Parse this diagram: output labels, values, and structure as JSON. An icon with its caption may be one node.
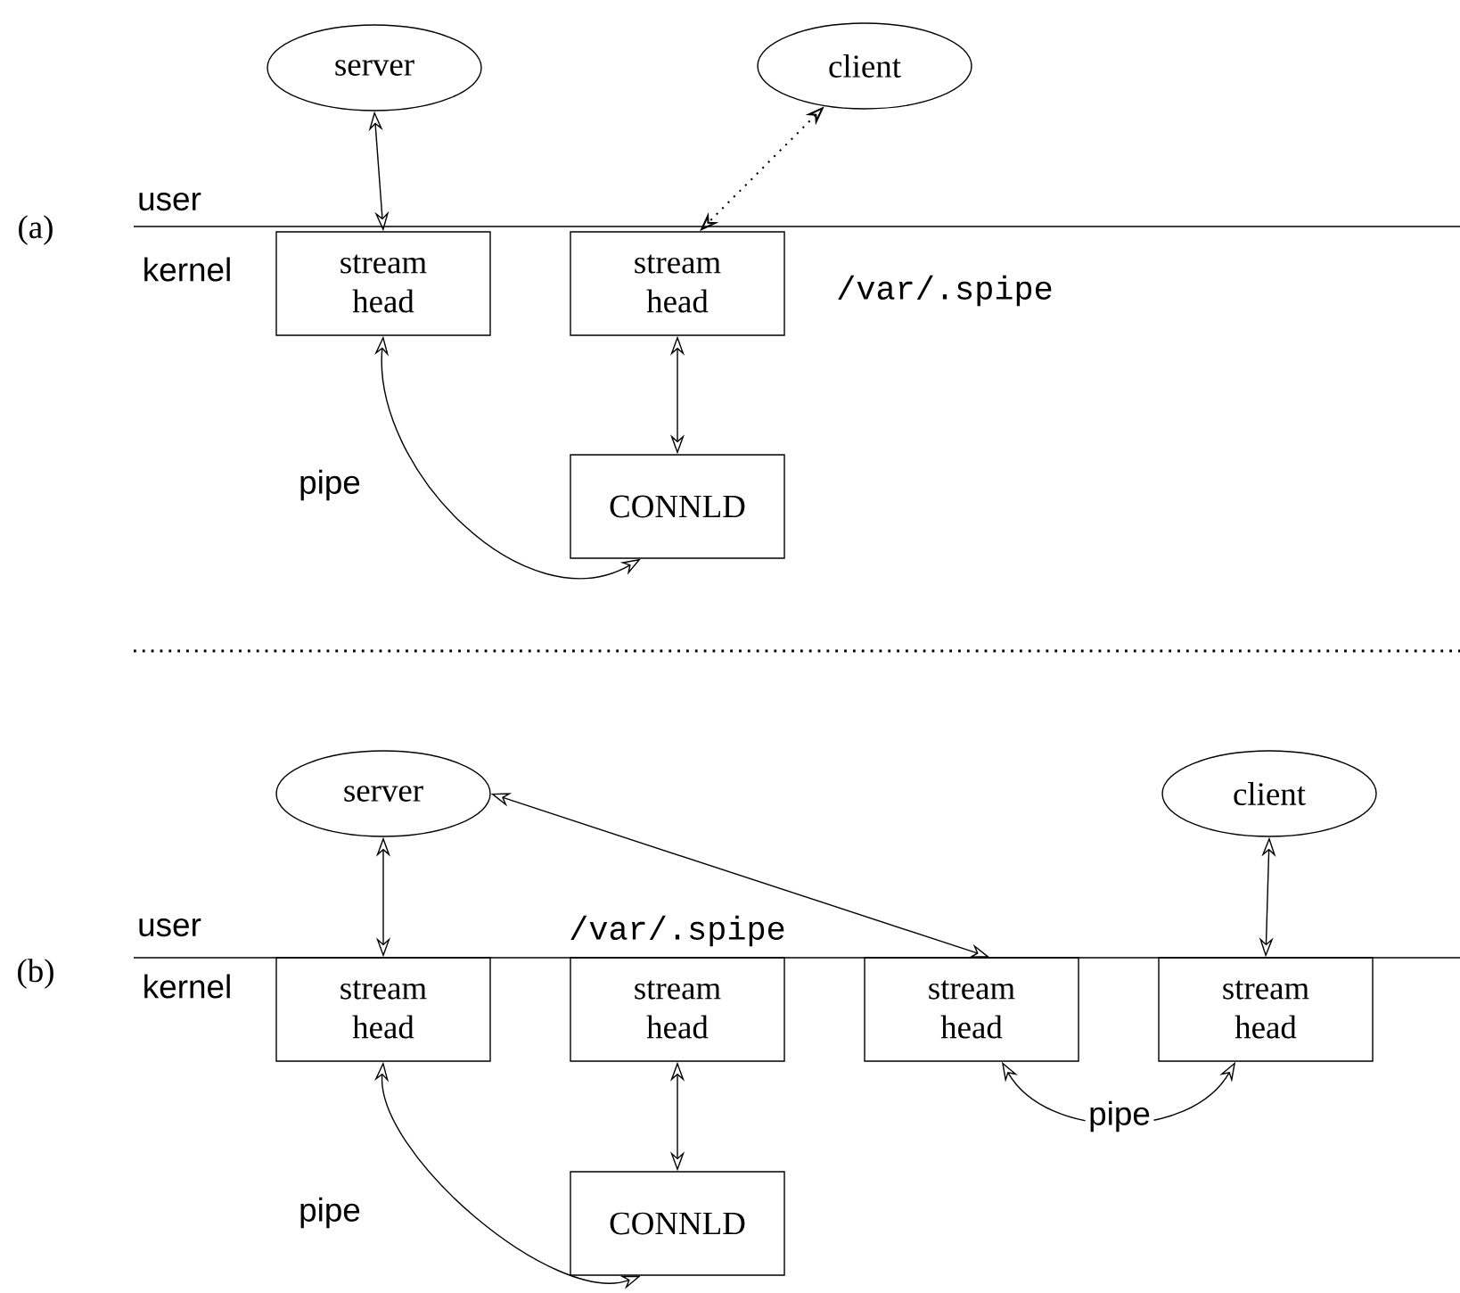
{
  "diagram": {
    "nodes": [
      {
        "text": [
          "server"
        ]
      },
      {
        "text": [
          "client"
        ]
      },
      {
        "text": [
          "stream head"
        ]
      },
      {
        "text": [
          "stream head"
        ]
      },
      {
        "text": [
          "CONNLD"
        ]
      },
      {
        "text": [
          "server"
        ]
      },
      {
        "text": [
          "client"
        ]
      },
      {
        "text": [
          "stream head"
        ]
      },
      {
        "text": [
          "stream head"
        ]
      },
      {
        "text": [
          "stream head"
        ]
      },
      {
        "text": [
          "stream head"
        ]
      },
      {
        "text": [
          "CONNLD"
        ]
      }
    ],
    "edges": [
      {
        "from": 0,
        "to": 2,
        "arrow": "both"
      },
      {
        "from": 1,
        "to": 3,
        "arrow": "both",
        "style": "dashed"
      },
      {
        "from": 2,
        "to": 4,
        "arrow": "both",
        "label": "pipe"
      },
      {
        "from": 3,
        "to": 4,
        "arrow": "both"
      },
      {
        "from": 5,
        "to": 7,
        "arrow": "both"
      },
      {
        "from": 5,
        "to": 9,
        "arrow": "both"
      },
      {
        "from": 6,
        "to": 10,
        "arrow": "both"
      },
      {
        "from": 7,
        "to": 11,
        "arrow": "both",
        "label": "pipe"
      },
      {
        "from": 8,
        "to": 11,
        "arrow": "both"
      },
      {
        "from": 9,
        "to": 10,
        "arrow": "both",
        "label": "pipe"
      }
    ],
    "labels": [
      "(a)",
      "user",
      "kernel",
      "/var/.spipe",
      "(b)",
      "user",
      "kernel",
      "/var/.spipe"
    ]
  }
}
